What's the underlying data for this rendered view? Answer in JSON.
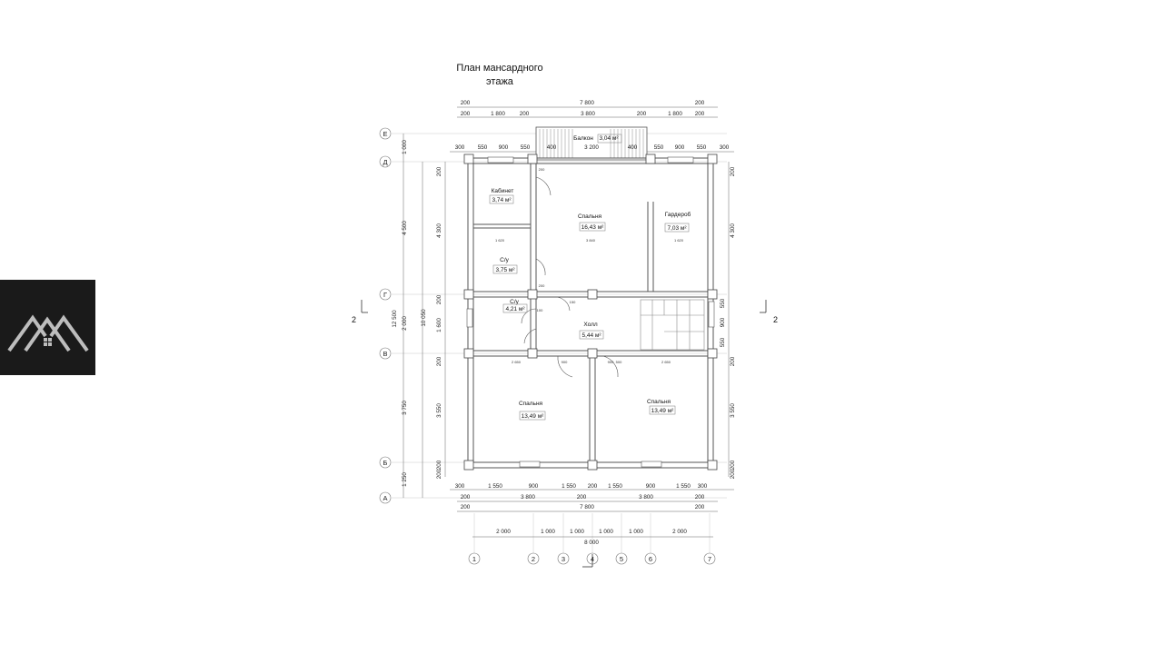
{
  "title": {
    "line1": "План мансардного",
    "line2": "этажа"
  },
  "rooms": [
    {
      "name": "Балкон",
      "area": "3,04 м²"
    },
    {
      "name": "Кабинет",
      "area": "3,74 м²"
    },
    {
      "name": "Спальня",
      "area": "16,43 м²"
    },
    {
      "name": "Гардероб",
      "area": "7,03 м²"
    },
    {
      "name": "С/у",
      "area": "3,75 м²"
    },
    {
      "name": "С/у",
      "area": "4,21 м²"
    },
    {
      "name": "Холл",
      "area": "5,44 м²"
    },
    {
      "name": "Спальня",
      "area": "13,49 м²"
    },
    {
      "name": "Спальня",
      "area": "13,49 м²"
    }
  ],
  "axes": {
    "rows": [
      "Е",
      "Д",
      "Г",
      "В",
      "Б",
      "А"
    ],
    "cols": [
      "1",
      "2",
      "3",
      "4",
      "5",
      "6",
      "7"
    ]
  },
  "section_mark": "2",
  "dims": {
    "top": {
      "total": "7 800",
      "row2": [
        "200",
        "1 800",
        "200",
        "3 800",
        "200",
        "1 800",
        "200"
      ],
      "row3": [
        "300",
        "550",
        "900",
        "550",
        "400",
        "3 200",
        "400",
        "550",
        "900",
        "550",
        "300"
      ],
      "ends": [
        "200",
        "200",
        "200",
        "200"
      ]
    },
    "bottom": {
      "row1": [
        "300",
        "1 550",
        "900",
        "1 550",
        "200",
        "1 550",
        "900",
        "1 550",
        "300"
      ],
      "row2": [
        "200",
        "3 800",
        "200",
        "3 800",
        "200"
      ],
      "row3": [
        "200",
        "7 800",
        "200"
      ],
      "axes": [
        "2 000",
        "1 000",
        "1 000",
        "1 000",
        "1 000",
        "2 000"
      ],
      "axes_total": "8 000"
    },
    "left": {
      "outer": [
        "1 000",
        "4 500",
        "2 000",
        "3 750",
        "1 250"
      ],
      "outer_total": "12 500",
      "mid_total": "10 050",
      "inner": [
        "200",
        "4 300",
        "200",
        "1 600",
        "200",
        "3 550",
        "200",
        "200"
      ]
    },
    "right": [
      "200",
      "4 300",
      "550",
      "900",
      "550",
      "200",
      "3 550",
      "200",
      "200"
    ],
    "interior": [
      "200",
      "200",
      "1 620",
      "3 840",
      "1 620",
      "2 650",
      "2 650",
      "900",
      "900",
      "500",
      "150",
      "100"
    ]
  }
}
